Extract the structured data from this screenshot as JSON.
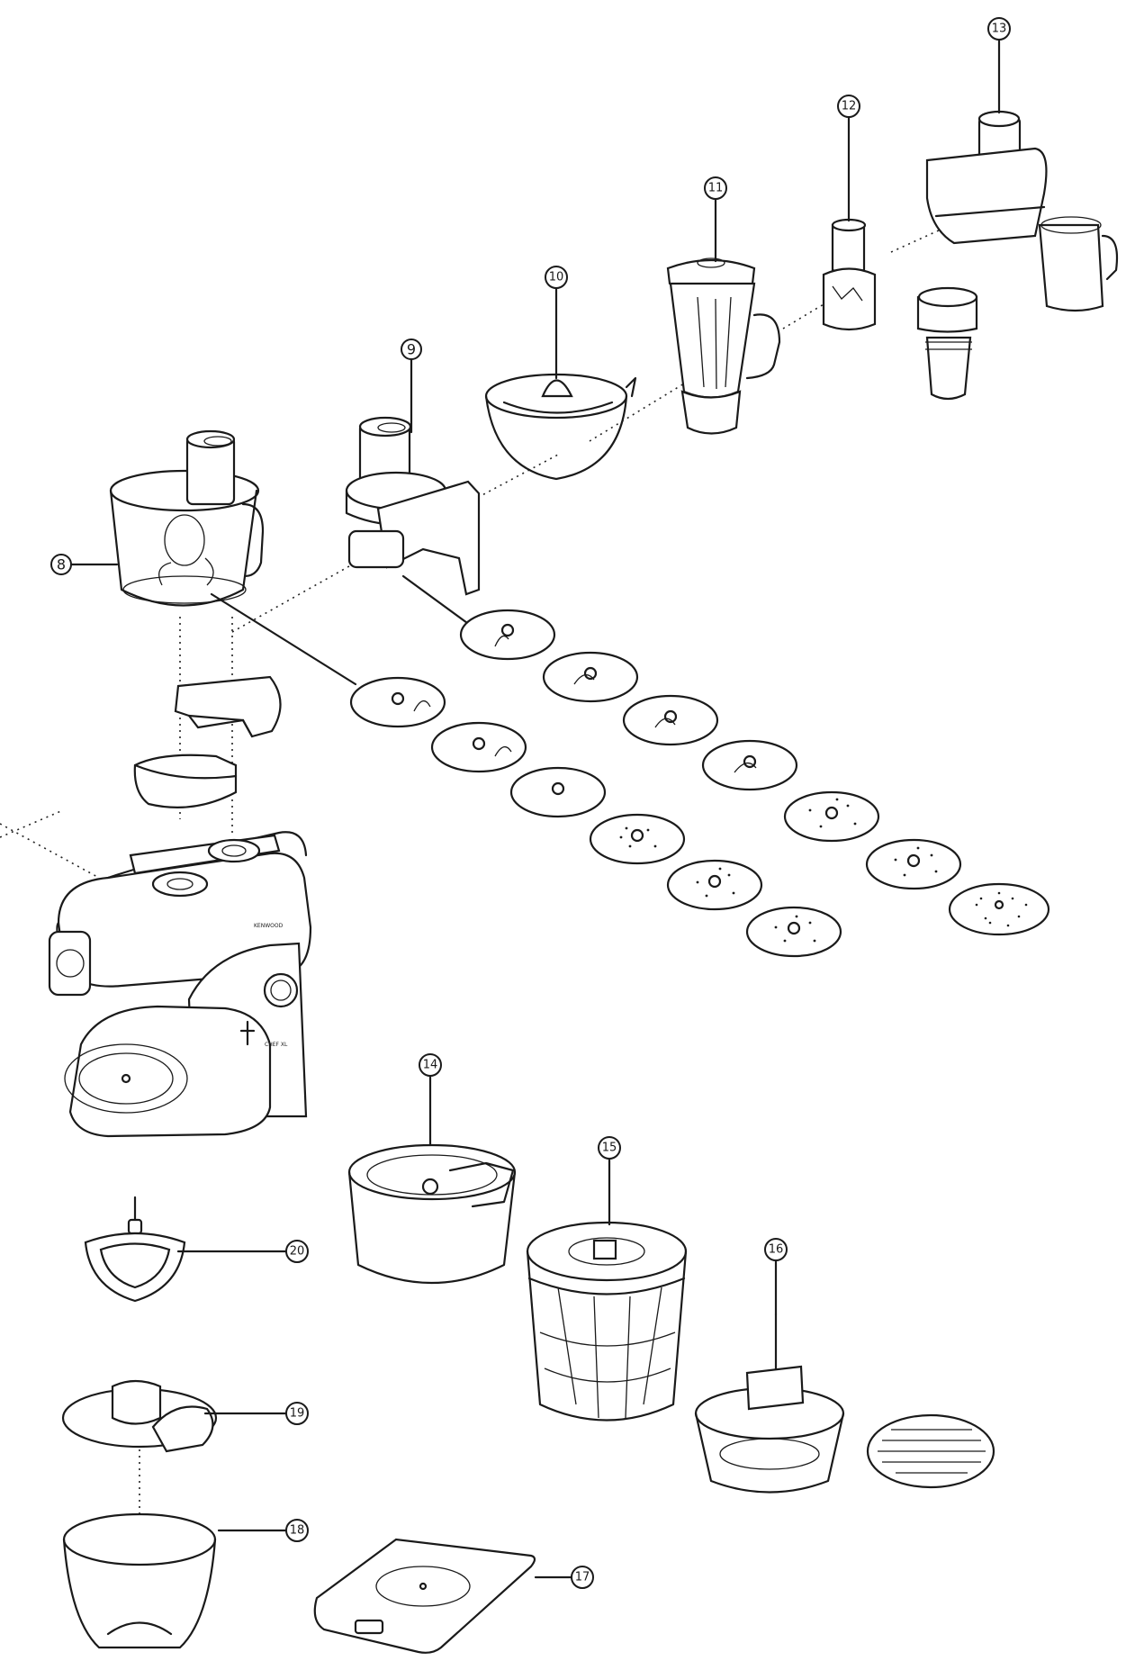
{
  "callouts": [
    {
      "id": "8",
      "label": "8"
    },
    {
      "id": "9",
      "label": "9"
    },
    {
      "id": "10",
      "label": "10"
    },
    {
      "id": "11",
      "label": "11"
    },
    {
      "id": "12",
      "label": "12"
    },
    {
      "id": "13",
      "label": "13"
    },
    {
      "id": "14",
      "label": "14"
    },
    {
      "id": "15",
      "label": "15"
    },
    {
      "id": "16",
      "label": "16"
    },
    {
      "id": "17",
      "label": "17"
    },
    {
      "id": "18",
      "label": "18"
    },
    {
      "id": "19",
      "label": "19"
    },
    {
      "id": "20",
      "label": "20"
    }
  ],
  "brand_text": "KENWOOD",
  "model_text": "CHEF XL"
}
